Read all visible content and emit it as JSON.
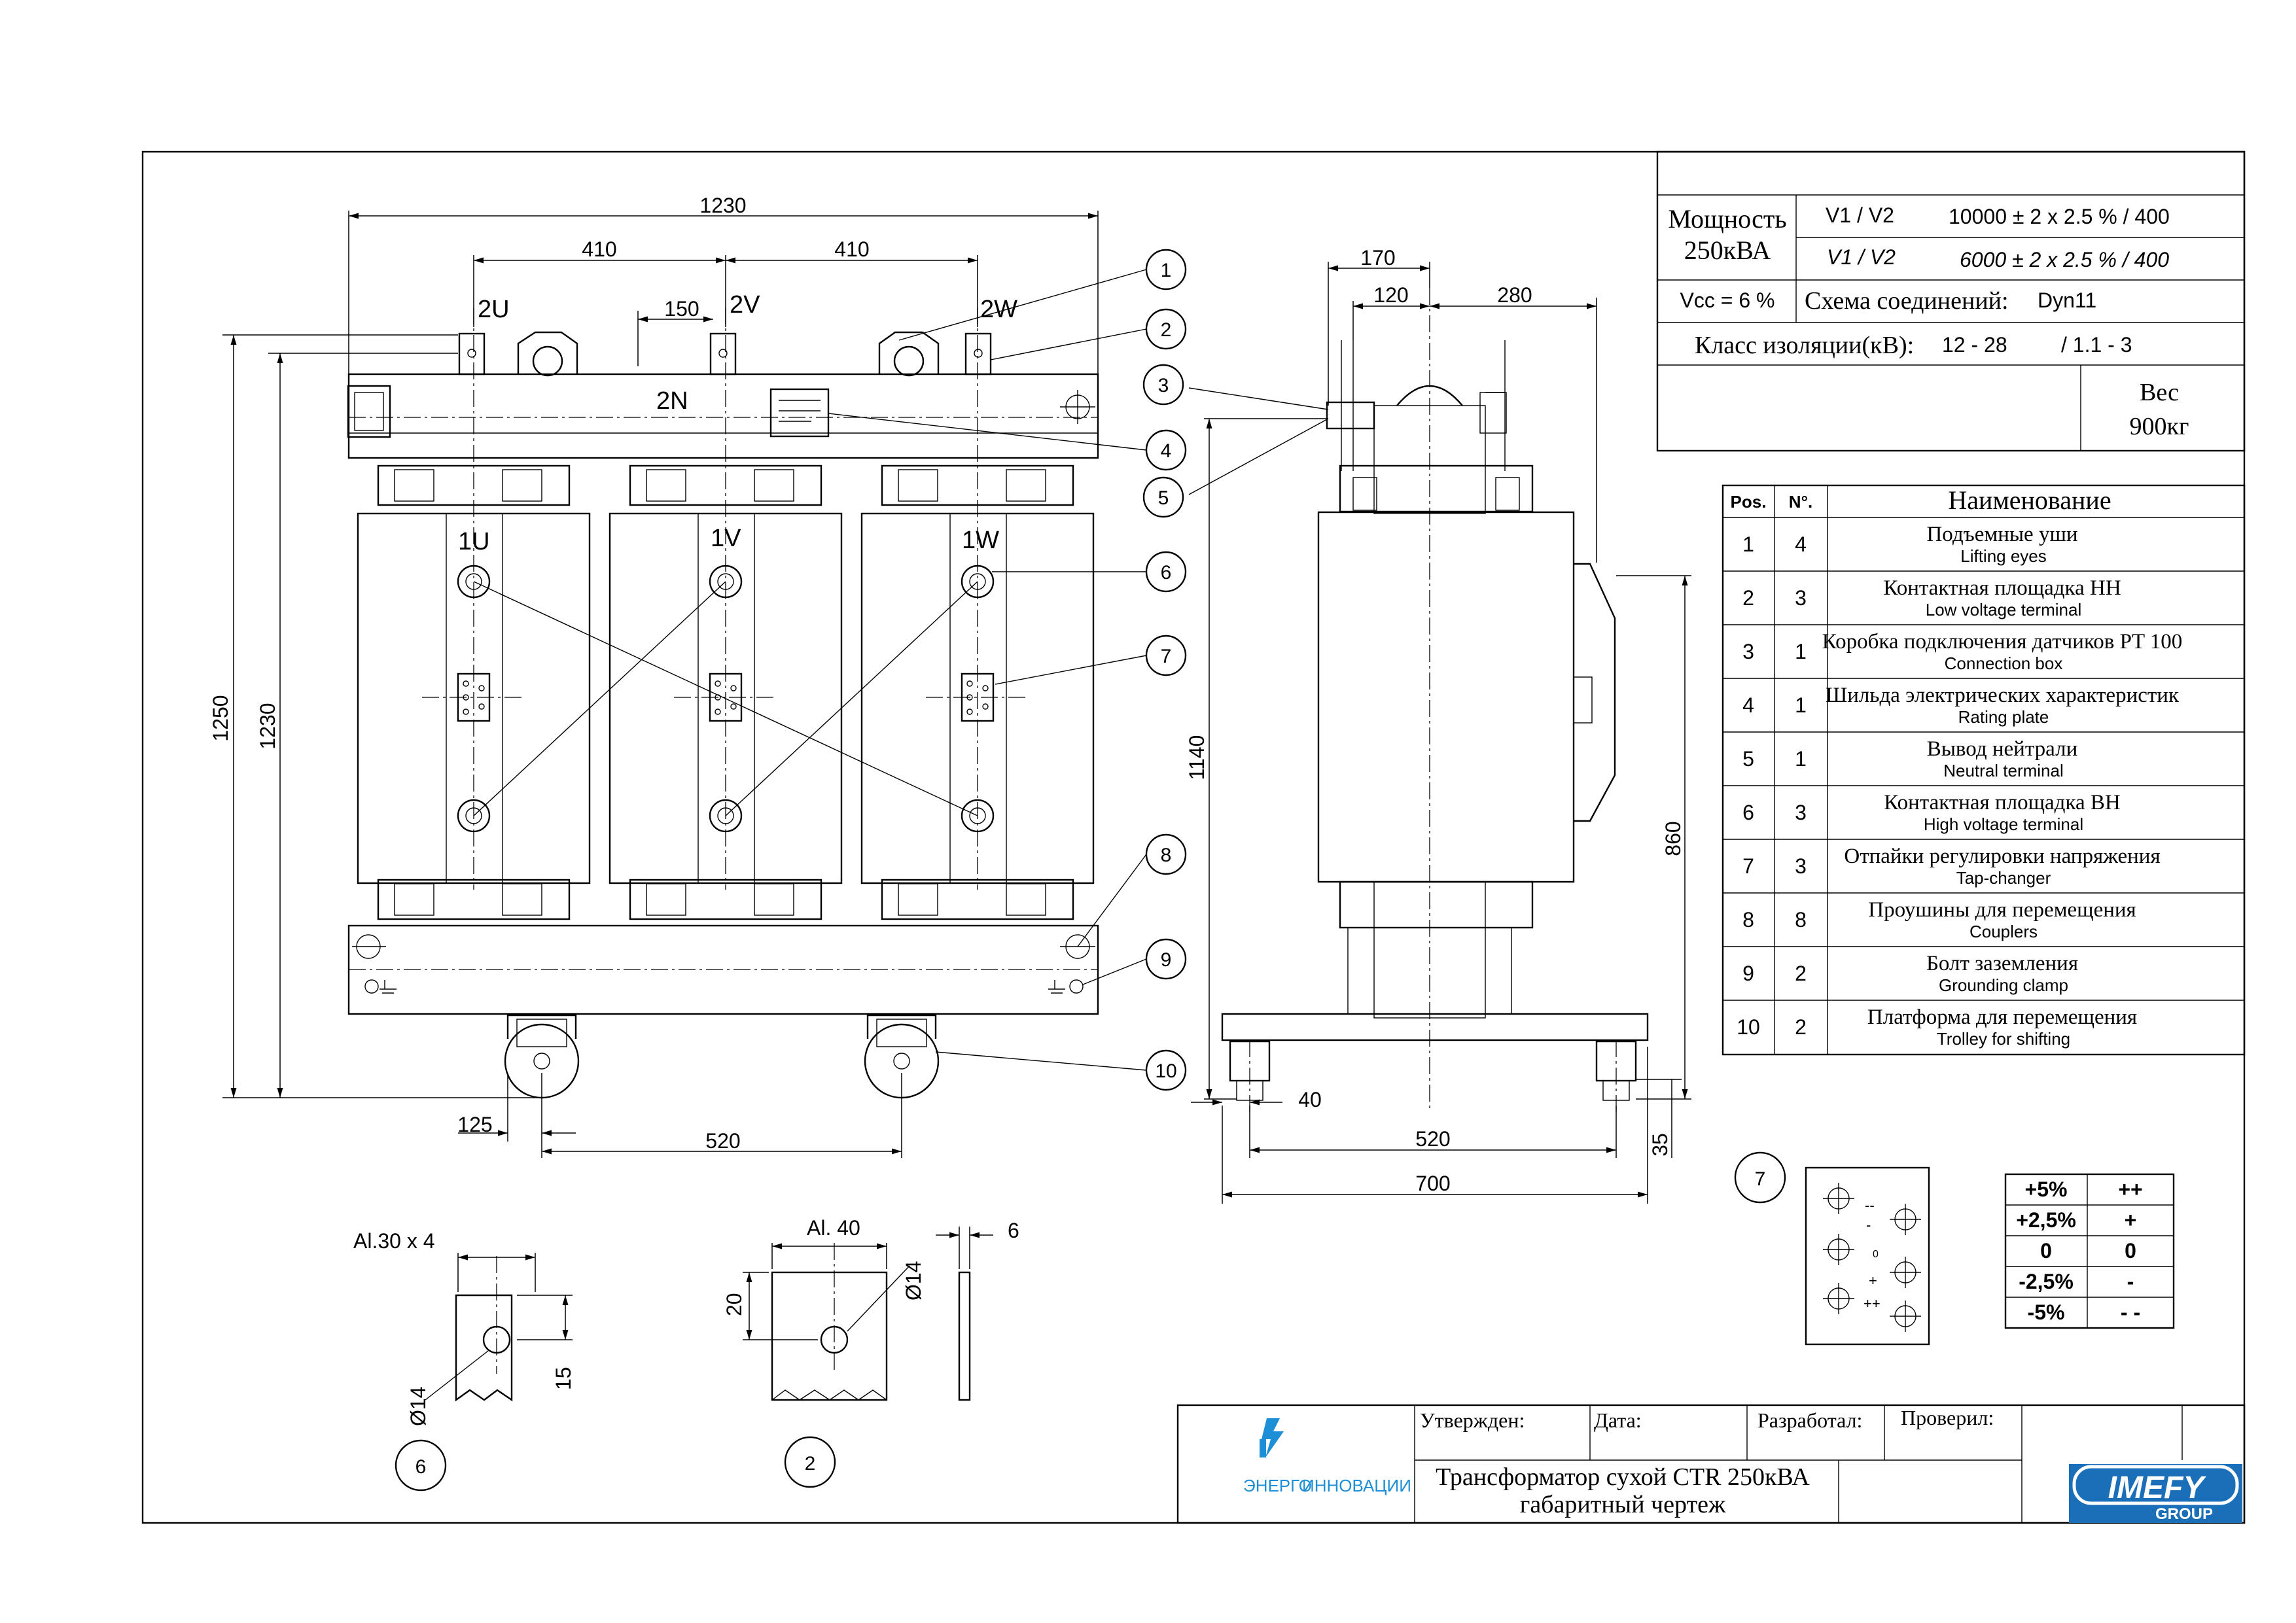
{
  "front_view": {
    "dims": {
      "overall_width": "1230",
      "left_span": "410",
      "right_span": "410",
      "gap": "150",
      "height_total": "1250",
      "height_inner": "1230",
      "wheel_offset": "125",
      "wheel_base": "520"
    },
    "terminals": {
      "lv_u": "2U",
      "lv_v": "2V",
      "lv_w": "2W",
      "neutral": "2N",
      "hv_u": "1U",
      "hv_v": "1V",
      "hv_w": "1W"
    }
  },
  "side_view": {
    "dims": {
      "d170": "170",
      "d120": "120",
      "d280": "280",
      "h1140": "1140",
      "h860": "860",
      "d40": "40",
      "d520": "520",
      "d700": "700",
      "d35": "35"
    }
  },
  "callouts": [
    "1",
    "2",
    "3",
    "4",
    "5",
    "6",
    "7",
    "8",
    "9",
    "10"
  ],
  "details": {
    "d6": {
      "material": "Al.30 x 4",
      "hole": "Ø14",
      "dim": "15",
      "ref": "6"
    },
    "d2": {
      "material": "Al. 40",
      "hole": "Ø14",
      "dim_h": "20",
      "thick": "6",
      "ref": "2"
    }
  },
  "tap_detail": {
    "ref": "7",
    "marks": [
      "--",
      "-",
      "0",
      "+",
      "++"
    ],
    "rows": [
      {
        "pct": "+5%",
        "sym": "++"
      },
      {
        "pct": "+2,5%",
        "sym": "+"
      },
      {
        "pct": "0",
        "sym": "0"
      },
      {
        "pct": "-2,5%",
        "sym": "-"
      },
      {
        "pct": "-5%",
        "sym": "- -"
      }
    ]
  },
  "spec": {
    "power_label": "Мощность",
    "power_value": "250кВА",
    "v_label_1": "V1 / V2",
    "v_value_1": "10000 ± 2 x 2.5 % / 400",
    "v_label_2": "V1 / V2",
    "v_value_2": "6000 ± 2 x 2.5 % / 400",
    "vcc": "Vcc = 6 %",
    "scheme_label": "Схема соединений:",
    "scheme_value": "Dyn11",
    "insulation_label": "Класс изоляции(кВ):",
    "insulation_value_1": "12 - 28",
    "insulation_value_2": "/ 1.1 - 3",
    "weight_label": "Вес",
    "weight_value": "900кг"
  },
  "parts_table": {
    "headers": {
      "pos": "Pos.",
      "n": "N°.",
      "name": "Наименование"
    },
    "rows": [
      {
        "pos": "1",
        "n": "4",
        "ru": "Подъемные уши",
        "en": "Lifting eyes"
      },
      {
        "pos": "2",
        "n": "3",
        "ru": "Контактная площадка НН",
        "en": "Low voltage terminal"
      },
      {
        "pos": "3",
        "n": "1",
        "ru": "Коробка подключения датчиков PT 100",
        "en": "Connection box"
      },
      {
        "pos": "4",
        "n": "1",
        "ru": "Шильда электрических характеристик",
        "en": "Rating plate"
      },
      {
        "pos": "5",
        "n": "1",
        "ru": "Вывод нейтрали",
        "en": "Neutral terminal"
      },
      {
        "pos": "6",
        "n": "3",
        "ru": "Контактная площадка ВН",
        "en": "High voltage terminal"
      },
      {
        "pos": "7",
        "n": "3",
        "ru": "Отпайки регулировки напряжения",
        "en": "Tap-changer"
      },
      {
        "pos": "8",
        "n": "8",
        "ru": "Проушины для перемещения",
        "en": "Couplers"
      },
      {
        "pos": "9",
        "n": "2",
        "ru": "Болт заземления",
        "en": "Grounding clamp"
      },
      {
        "pos": "10",
        "n": "2",
        "ru": "Платформа для перемещения",
        "en": "Trolley for shifting"
      }
    ]
  },
  "title_block": {
    "approved": "Утвержден:",
    "date": "Дата:",
    "developed": "Разработал:",
    "checked": "Проверил:",
    "title_1": "Трансформатор сухой CTR 250кВА",
    "title_2": "габаритный чертеж",
    "logo_left_1": "ЭНЕРГО",
    "logo_left_2": "ИННОВАЦИИ",
    "logo_right_1": "IMEFY",
    "logo_right_2": "GROUP"
  },
  "colors": {
    "line": "#000000",
    "imefy_blue": "#1a6fb8",
    "energo_blue": "#1d8fd6"
  }
}
